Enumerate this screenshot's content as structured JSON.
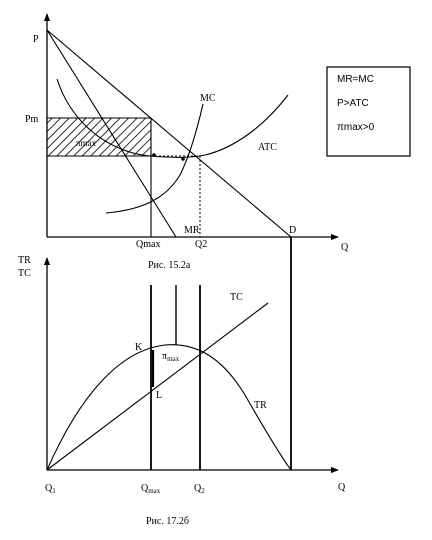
{
  "top_chart": {
    "axis_y": "P",
    "axis_x": "Q",
    "price_label": "Pm",
    "mc_label": "MC",
    "atc_label": "ATC",
    "mr_label": "MR",
    "d_label": "D",
    "profit_label": "πmax",
    "qmax_label": "Qmax",
    "q2_label": "Q2",
    "caption": "Рис. 15.2а",
    "legend": [
      "MR=MC",
      "P>ATC",
      "πmax>0"
    ]
  },
  "bottom_chart": {
    "axis_y_line1": "TR",
    "axis_y_line2": "TC",
    "axis_x": "Q",
    "tc_label": "TC",
    "tr_label": "TR",
    "k_label": "K",
    "l_label": "L",
    "pi_main": "π",
    "pi_sub": "max",
    "q1_main": "Q",
    "q1_sub": "1",
    "qmax_main": "Q",
    "qmax_sub": "max",
    "q2_main": "Q",
    "q2_sub": "2",
    "caption": "Рис. 17.2б"
  },
  "colors": {
    "ink": "#000000",
    "background": "#ffffff"
  }
}
